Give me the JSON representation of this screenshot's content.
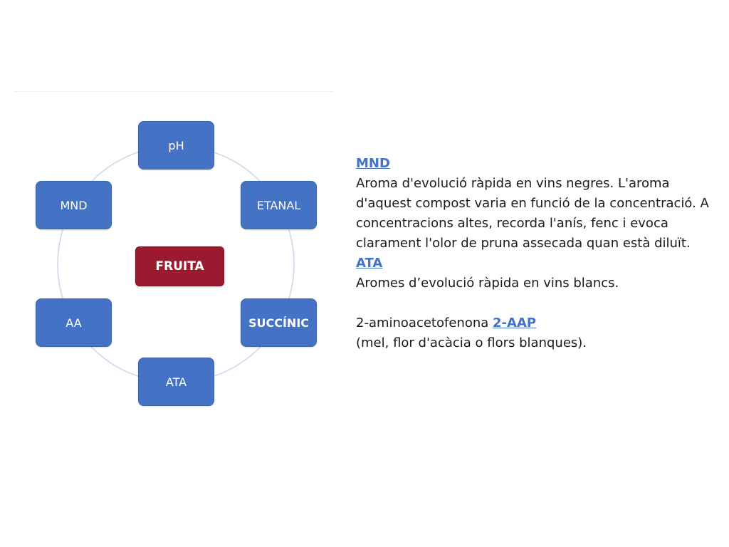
{
  "diagram": {
    "center_label": "FRUITA",
    "nodes": [
      {
        "id": "ph",
        "label": "pH"
      },
      {
        "id": "etanal",
        "label": "ETANAL"
      },
      {
        "id": "succinic",
        "label": "SUCCÍNIC"
      },
      {
        "id": "ata",
        "label": "ATA"
      },
      {
        "id": "aa",
        "label": "AA"
      },
      {
        "id": "mnd",
        "label": "MND"
      }
    ],
    "colors": {
      "node_fill": "#4472c4",
      "center_fill": "#9b1a2f",
      "ring_stroke": "#c9d6ea"
    }
  },
  "description": {
    "mnd_heading": "MND",
    "mnd_text": "Aroma d'evolució ràpida en vins negres. L'aroma d'aquest compost varia en funció de la concentració. A concentracions altes, recorda l'anís, fenc i evoca clarament l'olor de pruna assecada quan està diluït.",
    "ata_heading": "ATA",
    "ata_text": "Aromes d’evolució ràpida en vins blancs.",
    "aap_prefix": "2-aminoacetofenona",
    "aap_link": "2-AAP",
    "aap_text": "(mel, flor d'acàcia o flors blanques).",
    "link_color": "#4472c4"
  }
}
